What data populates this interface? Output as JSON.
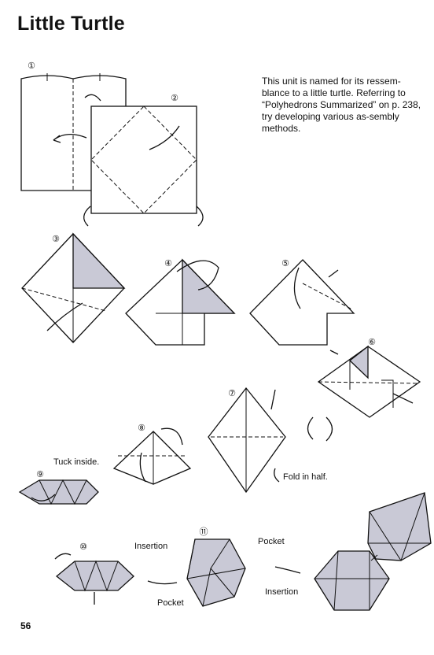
{
  "page": {
    "title": "Little Turtle",
    "intro": "This unit is named for its ressem-blance to a little turtle. Referring to “Polyhedrons Summarized” on p. 238, try developing various as-sembly methods.",
    "page_number": "56"
  },
  "steps": {
    "s1": "①",
    "s2": "②",
    "s3": "③",
    "s4": "④",
    "s5": "⑤",
    "s6": "⑥",
    "s7": "⑦",
    "s8": "⑧",
    "s9": "⑨",
    "s10": "⑩",
    "s11": "⑪"
  },
  "labels": {
    "tuck_inside": "Tuck inside.",
    "fold_in_half": "Fold in half.",
    "insertion_left": "Insertion",
    "pocket_top": "Pocket",
    "pocket_bottom": "Pocket",
    "insertion_right": "Insertion"
  },
  "colors": {
    "shade": "#c9c9d6"
  }
}
